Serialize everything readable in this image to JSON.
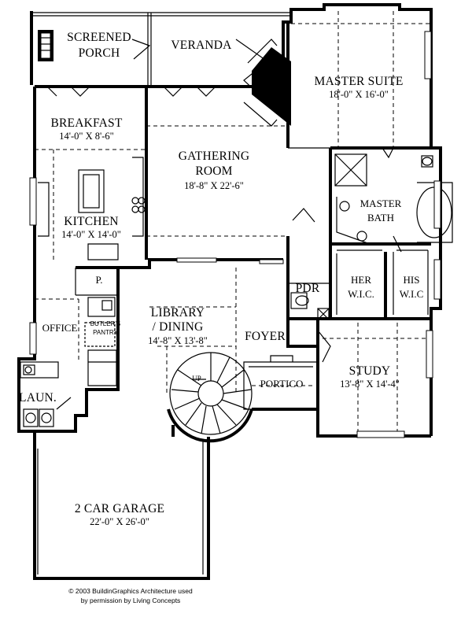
{
  "rooms": {
    "screened_porch": {
      "line1": "SCREENED",
      "line2": "PORCH"
    },
    "veranda": {
      "name": "VERANDA"
    },
    "master_suite": {
      "name": "MASTER SUITE",
      "dims": "18'-0\" X 16'-0\""
    },
    "breakfast": {
      "name": "BREAKFAST",
      "dims": "14'-0\" X 8'-6\""
    },
    "gathering_room": {
      "line1": "GATHERING",
      "line2": "ROOM",
      "dims": "18'-8\" X 22'-6\""
    },
    "kitchen": {
      "name": "KITCHEN",
      "dims": "14'-0\" X 14'-0\""
    },
    "master_bath": {
      "line1": "MASTER",
      "line2": "BATH"
    },
    "pantry": {
      "name": "P."
    },
    "pdr": {
      "name": "PDR"
    },
    "her_wic": {
      "line1": "HER",
      "line2": "W.I.C."
    },
    "his_wic": {
      "line1": "HIS",
      "line2": "W.I.C"
    },
    "library": {
      "line1": "LIBRARY",
      "line2": "/ DINING",
      "dims": "14'-8\" X 13'-8\""
    },
    "office": {
      "name": "OFFICE"
    },
    "butlers_pantry": {
      "line1": "BUTLER'S",
      "line2": "PANTRY"
    },
    "foyer": {
      "name": "FOYER"
    },
    "study": {
      "name": "STUDY",
      "dims": "13'-8\" X 14'-4\""
    },
    "portico": {
      "name": "PORTICO"
    },
    "laundry": {
      "name": "LAUN."
    },
    "garage": {
      "name": "2 CAR GARAGE",
      "dims": "22'-0\" X 26'-0\""
    }
  },
  "stair": {
    "label": "UP"
  },
  "copyright": {
    "line1": "© 2003 BuildinGraphics Architecture used",
    "line2": "by permission by Living Concepts"
  }
}
